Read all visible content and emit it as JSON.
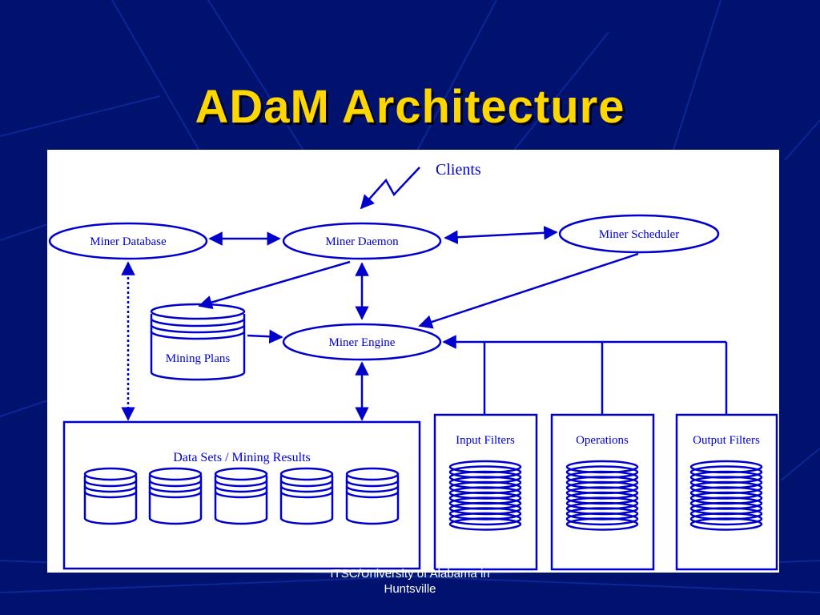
{
  "slide": {
    "title": "ADaM Architecture",
    "footer_line1": "ITSC/University of Alabama in",
    "footer_line2": "Huntsville"
  },
  "diagram": {
    "clients": "Clients",
    "nodes": {
      "miner_database": "Miner Database",
      "miner_daemon": "Miner Daemon",
      "miner_scheduler": "Miner Scheduler",
      "miner_engine": "Miner Engine",
      "mining_plans": "Mining Plans",
      "data_sets": "Data Sets / Mining Results",
      "input_filters": "Input Filters",
      "operations": "Operations",
      "output_filters": "Output Filters"
    }
  },
  "colors": {
    "background": "#00126e",
    "title": "#ffd700",
    "diagram_ink": "#0000cc"
  }
}
